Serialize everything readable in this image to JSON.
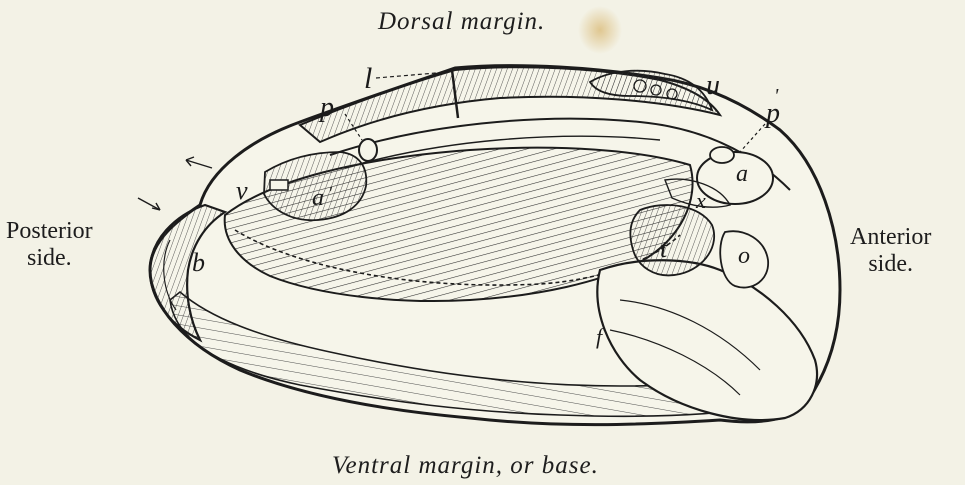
{
  "captions": {
    "dorsal": "Dorsal margin.",
    "ventral": "Ventral margin, or base.",
    "posterior_line1": "Posterior",
    "posterior_line2": "side.",
    "anterior_line1": "Anterior",
    "anterior_line2": "side."
  },
  "labels": {
    "l": "l",
    "u": "u",
    "p": "p",
    "p_prime": "p",
    "v": "v",
    "a_posterior": "a",
    "a_anterior": "a",
    "x": "x",
    "t": "t",
    "o": "o",
    "b": "b",
    "f": "f"
  },
  "colors": {
    "ink": "#1c1c1c",
    "paper": "#f3f2e6",
    "stain": "#e3cf9a"
  }
}
